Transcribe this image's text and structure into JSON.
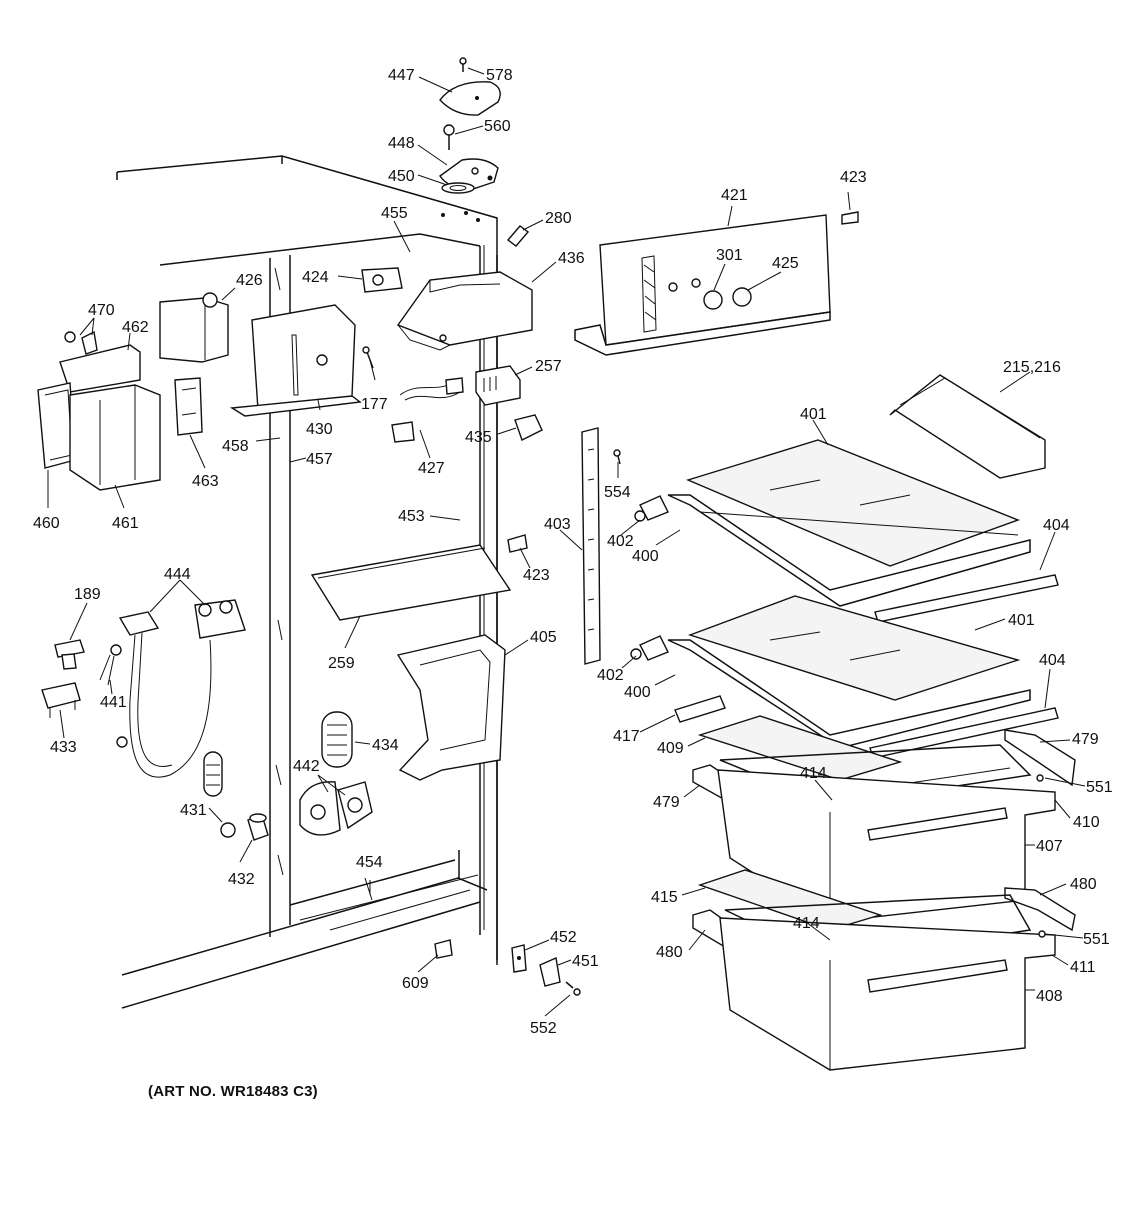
{
  "caption": "(ART NO. WR18483 C3)",
  "colors": {
    "ink": "#111111",
    "paper": "#ffffff"
  },
  "callouts": [
    "578",
    "447",
    "560",
    "448",
    "450",
    "280",
    "455",
    "421",
    "423",
    "301",
    "425",
    "436",
    "424",
    "426",
    "470",
    "462",
    "177",
    "257",
    "430",
    "458",
    "457",
    "427",
    "435",
    "463",
    "460",
    "461",
    "215,216",
    "401",
    "554",
    "403",
    "402",
    "400",
    "404",
    "453",
    "423",
    "444",
    "189",
    "259",
    "405",
    "401",
    "402",
    "400",
    "404",
    "441",
    "433",
    "417",
    "409",
    "479",
    "434",
    "442",
    "414",
    "551",
    "479",
    "431",
    "410",
    "407",
    "432",
    "454",
    "480",
    "415",
    "414",
    "551",
    "452",
    "480",
    "451",
    "411",
    "609",
    "408",
    "552"
  ]
}
